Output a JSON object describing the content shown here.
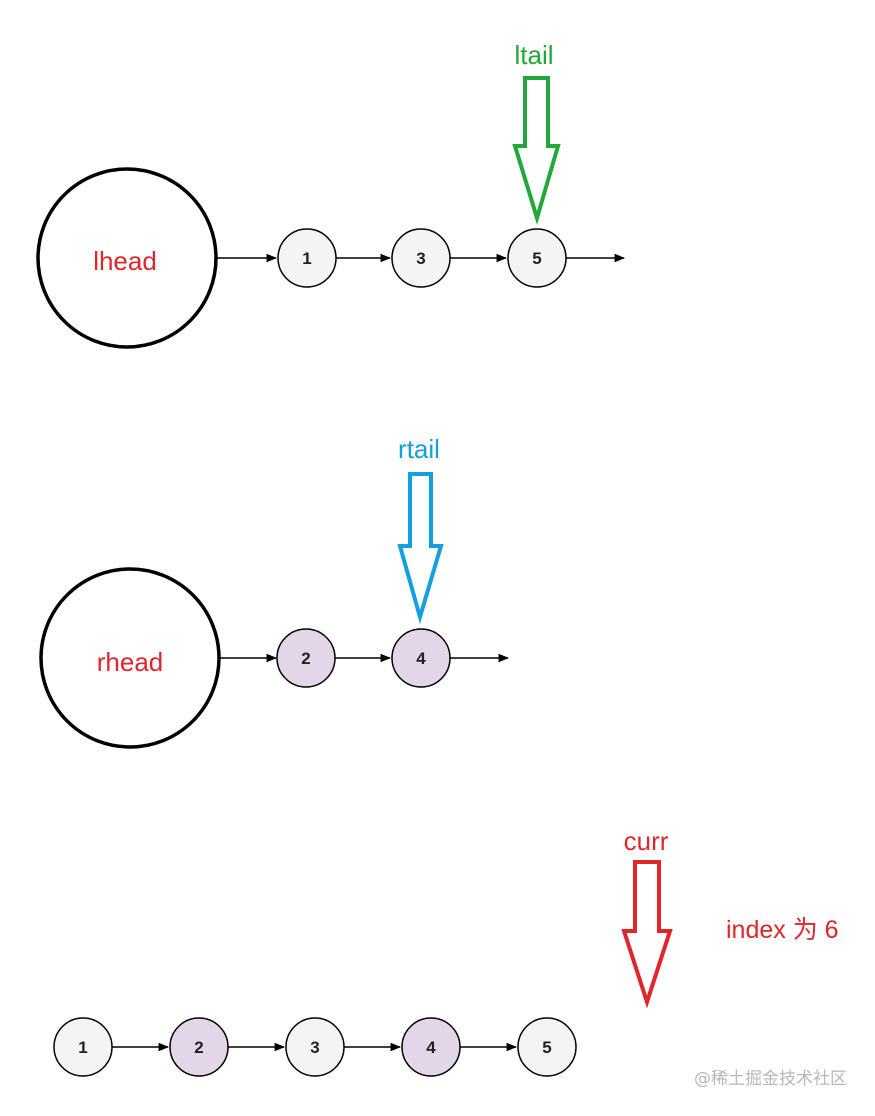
{
  "colors": {
    "stroke": "#000000",
    "head_label": "#e0262b",
    "ltail": "#22a83a",
    "rtail": "#13a0e0",
    "curr": "#e0262b",
    "note": "#e0262b",
    "node_plain_fill": "#f4f4f4",
    "node_highlight_fill": "#e2d6e8",
    "watermark": "#b8b8b8"
  },
  "left_list": {
    "head_label": "lhead",
    "nodes": [
      "1",
      "3",
      "5"
    ],
    "tail_pointer": "ltail"
  },
  "right_list": {
    "head_label": "rhead",
    "nodes": [
      "2",
      "4"
    ],
    "tail_pointer": "rtail"
  },
  "original_list": {
    "nodes": [
      "1",
      "2",
      "3",
      "4",
      "5"
    ],
    "highlighted": [
      false,
      true,
      false,
      true,
      false
    ],
    "pointer": "curr",
    "note": "index 为 6"
  },
  "watermark": "@稀土掘金技术社区"
}
